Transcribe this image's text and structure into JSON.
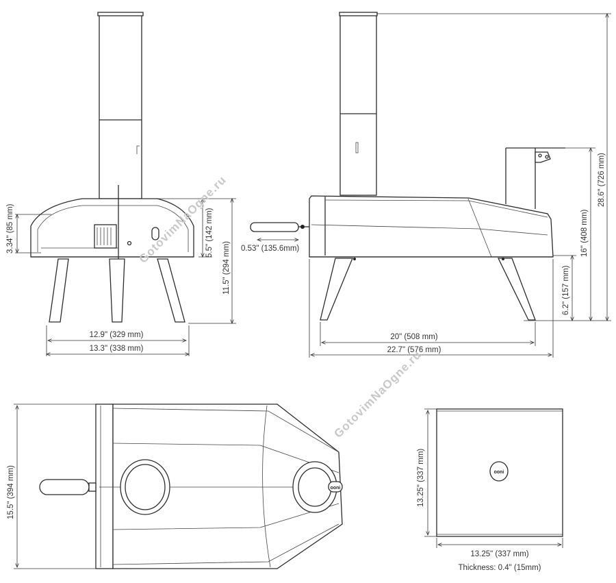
{
  "watermark": "GotovimNaOgne.ru",
  "front_view": {
    "dim_opening_height": "3.34\" (85 mm)",
    "dim_body_height": "5.5\" (142 mm)",
    "dim_total_height": "11.5\" (294 mm)",
    "dim_leg_span": "12.9\" (329 mm)",
    "dim_width": "13.3\" (338 mm)"
  },
  "side_view": {
    "dim_handle": "0.53\" (135.6mm)",
    "dim_leg_height": "6.2\" (157 mm)",
    "dim_shelf_height": "16\" (408 mm)",
    "dim_overall_height": "28.6\" (726 mm)",
    "dim_leg_span": "20\" (508 mm)",
    "dim_length": "22.7\" (576 mm)"
  },
  "top_view": {
    "dim_width": "15.5\" (394 mm)",
    "logo": "ooni"
  },
  "stone_board": {
    "dim_height": "13.25\" (337 mm)",
    "dim_width": "13.25\" (337 mm)",
    "thickness": "Thickness: 0.4\" (15mm)",
    "logo": "ooni"
  }
}
